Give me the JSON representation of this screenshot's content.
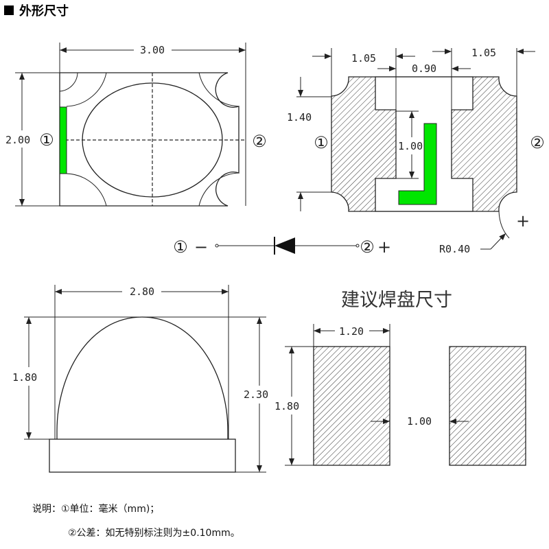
{
  "header": {
    "title": "外形尺寸"
  },
  "colors": {
    "green_marker": "#00e600",
    "line": "#222222"
  },
  "top_view": {
    "width": "3.00",
    "height": "2.00",
    "pin1": "①",
    "pin2": "②"
  },
  "bottom_view": {
    "left_pad": "1.05",
    "gap": "0.90",
    "right_pad": "1.05",
    "pad_height": "1.40",
    "center_height": "1.00",
    "radius": "R0.40",
    "pin1": "①",
    "pin2": "②",
    "plus": "+"
  },
  "polarity": {
    "pin1": "①",
    "minus": "−",
    "pin2": "②",
    "plus": "+"
  },
  "side_view": {
    "width": "2.80",
    "dome_height": "1.80",
    "total_height": "2.30"
  },
  "pads": {
    "title": "建议焊盘尺寸",
    "pad_width": "1.20",
    "pad_height": "1.80",
    "gap": "1.00"
  },
  "notes": {
    "line1": "说明：①单位：毫米（mm)；",
    "line2": "②公差：如无特别标注则为±0.10mm。"
  }
}
